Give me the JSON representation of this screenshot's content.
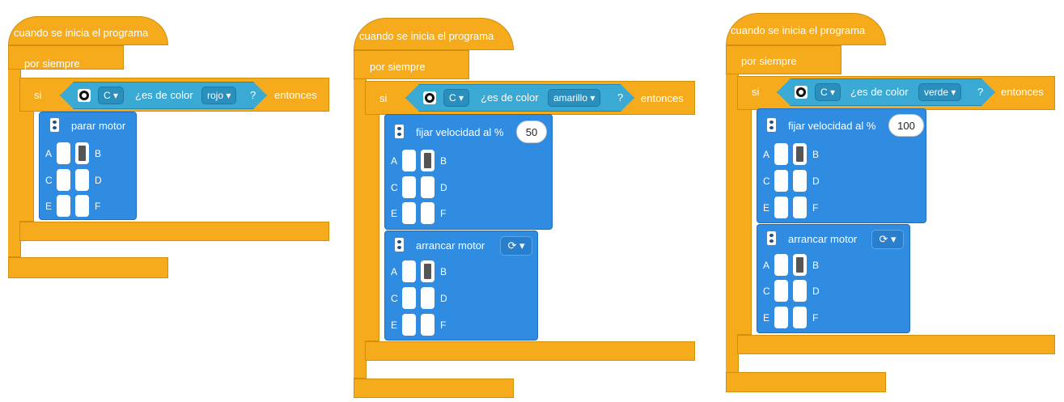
{
  "programs": [
    {
      "hat_label": "cuando se inicia el programa",
      "loop_label": "por siempre",
      "if_label": "si",
      "then_label": "entonces",
      "sensor_port": "C",
      "color_question": "¿es de color",
      "color_value": "rojo",
      "question_mark": "?",
      "motor_block": {
        "label": "parar motor",
        "ports": [
          {
            "left": "A",
            "right": "B",
            "left_on": false,
            "right_on": true
          },
          {
            "left": "C",
            "right": "D",
            "left_on": false,
            "right_on": false
          },
          {
            "left": "E",
            "right": "F",
            "left_on": false,
            "right_on": false
          }
        ]
      }
    },
    {
      "hat_label": "cuando se inicia el programa",
      "loop_label": "por siempre",
      "if_label": "si",
      "then_label": "entonces",
      "sensor_port": "C",
      "color_question": "¿es de color",
      "color_value": "amarillo",
      "question_mark": "?",
      "speed_block": {
        "label": "fijar velocidad al %",
        "value": "50",
        "ports": [
          {
            "left": "A",
            "right": "B",
            "left_on": false,
            "right_on": true
          },
          {
            "left": "C",
            "right": "D",
            "left_on": false,
            "right_on": false
          },
          {
            "left": "E",
            "right": "F",
            "left_on": false,
            "right_on": false
          }
        ]
      },
      "start_block": {
        "label": "arrancar motor",
        "direction_icon": "rotate-clockwise-icon",
        "direction_glyph": "⟳",
        "ports": [
          {
            "left": "A",
            "right": "B",
            "left_on": false,
            "right_on": true
          },
          {
            "left": "C",
            "right": "D",
            "left_on": false,
            "right_on": false
          },
          {
            "left": "E",
            "right": "F",
            "left_on": false,
            "right_on": false
          }
        ]
      }
    },
    {
      "hat_label": "cuando se inicia el programa",
      "loop_label": "por siempre",
      "if_label": "si",
      "then_label": "entonces",
      "sensor_port": "C",
      "color_question": "¿es de color",
      "color_value": "verde",
      "question_mark": "?",
      "speed_block": {
        "label": "fijar velocidad al %",
        "value": "100",
        "ports": [
          {
            "left": "A",
            "right": "B",
            "left_on": false,
            "right_on": true
          },
          {
            "left": "C",
            "right": "D",
            "left_on": false,
            "right_on": false
          },
          {
            "left": "E",
            "right": "F",
            "left_on": false,
            "right_on": false
          }
        ]
      },
      "start_block": {
        "label": "arrancar motor",
        "direction_icon": "rotate-clockwise-icon",
        "direction_glyph": "⟳",
        "ports": [
          {
            "left": "A",
            "right": "B",
            "left_on": false,
            "right_on": true
          },
          {
            "left": "C",
            "right": "D",
            "left_on": false,
            "right_on": false
          },
          {
            "left": "E",
            "right": "F",
            "left_on": false,
            "right_on": false
          }
        ]
      }
    }
  ],
  "colors": {
    "event_yellow": "#f5ab1b",
    "motor_blue": "#2f8ce0",
    "sensor_cyan": "#3aa9d4"
  }
}
